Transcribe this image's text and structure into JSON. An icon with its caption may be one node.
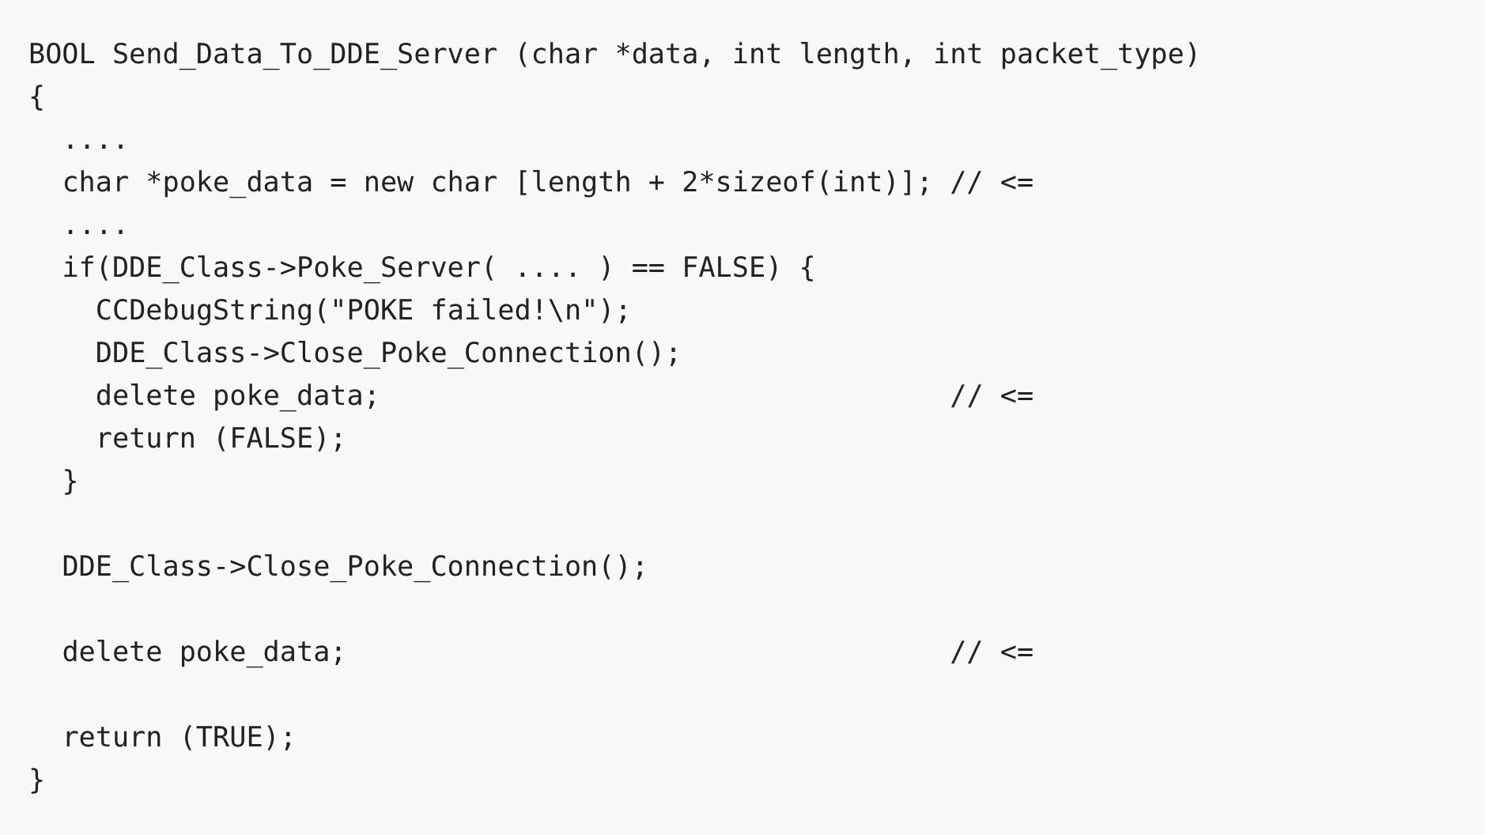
{
  "diagram": {
    "labels": [
      "BOOL Send_Data_To_DDE_Server (char *data, int length, int packet_type)",
      "{",
      "....",
      "char *poke_data = new char [length + 2*sizeof(int)]; // <=",
      "....",
      "if(DDE_Class->Poke_Server( .... ) == FALSE) {",
      "CCDebugString(\"POKE failed!\\n\");",
      "DDE_Class->Close_Poke_Connection();",
      "delete poke_data;                                  // <=",
      "return (FALSE);",
      "}",
      "DDE_Class->Close_Poke_Connection();",
      "delete poke_data;                                    // <=",
      "return (TRUE);",
      "}"
    ]
  }
}
